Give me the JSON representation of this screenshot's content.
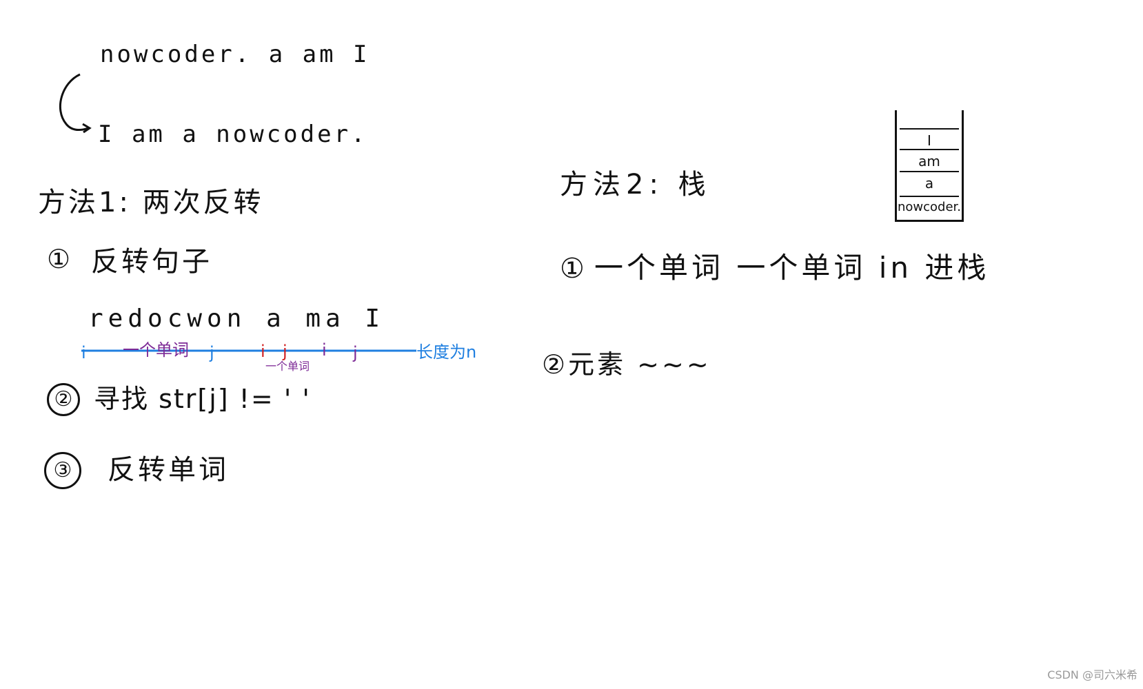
{
  "example": {
    "original_sentence": "nowcoder. a am I",
    "reversed_sentence": "I am a nowcoder."
  },
  "method1": {
    "title": "方法1: 两次反转",
    "step1_number": "①",
    "step1_text": "反转句子",
    "reversed_chars": "redocwon a ma I",
    "pointer_i1": "i",
    "label_one_word": "一个单词",
    "pointer_j1": "j",
    "pointer_i2": "i",
    "pointer_j2": "j",
    "label_one_word_small": "一个单词",
    "pointer_i3": "i",
    "pointer_j3": "j",
    "length_label": "长度为n",
    "step2_number": "②",
    "step2_text": "寻找 str[j] != ' '",
    "step3_number": "③",
    "step3_text": "反转单词"
  },
  "method2": {
    "title": "方法2: 栈",
    "step1_number": "①",
    "step1_text": "一个单词 一个单词 in 进栈",
    "step2_text": "②元素 ~~~",
    "stack_items": [
      "I",
      "am",
      "a",
      "nowcoder."
    ]
  },
  "colors": {
    "ink": "#111111",
    "blue": "#1f7fe0",
    "purple": "#7d2a96",
    "red": "#d11f1f"
  },
  "watermark": "CSDN @司六米希"
}
